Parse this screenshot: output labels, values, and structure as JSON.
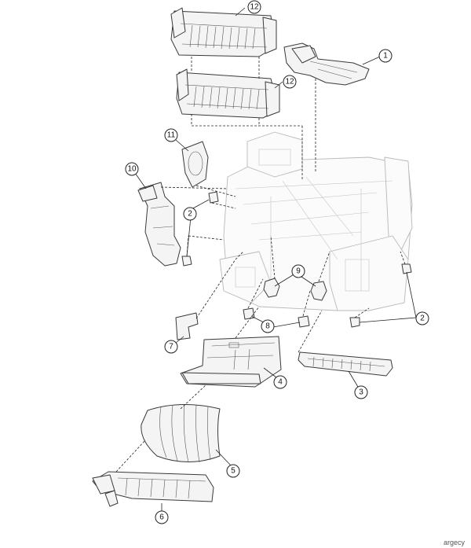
{
  "callouts": {
    "c1": "1",
    "c2a": "2",
    "c2b": "2",
    "c3": "3",
    "c4": "4",
    "c5": "5",
    "c6": "6",
    "c7": "7",
    "c8": "8",
    "c9": "9",
    "c10": "10",
    "c11": "11",
    "c12a": "12",
    "c12b": "12"
  },
  "watermark": "argecy"
}
